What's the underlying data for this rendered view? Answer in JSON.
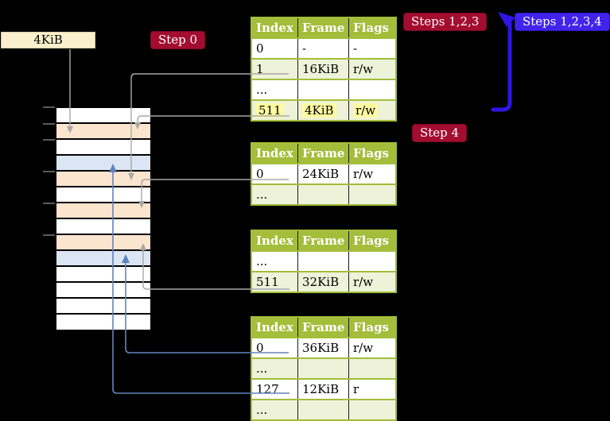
{
  "labels": {
    "page_size": "4KiB",
    "step0": "Step 0",
    "steps123": "Steps 1,2,3",
    "steps1234": "Steps 1,2,3,4",
    "step4": "Step 4"
  },
  "colors": {
    "background": "#000000",
    "table_header_green": "#a4bd3a",
    "table_alt_row_green": "#eef2d8",
    "highlight_yellow": "#fdfba1",
    "memory_orange": "#fce5cf",
    "memory_blue": "#dbe5f4",
    "memory_white": "#ffffff",
    "connector_gray": "#a8a8a8",
    "connector_blue": "#6183bd",
    "tick_gray": "#8c8c8c",
    "arrow_violet": "#2f15e2",
    "badge_red": "#a30d2f",
    "badge_blue": "#4124ec",
    "cream_label_bg": "#fbf0cd"
  },
  "tables": [
    {
      "headers": [
        "Index",
        "Frame",
        "Flags"
      ],
      "rows": [
        {
          "cells": [
            "0",
            "-",
            "-"
          ]
        },
        {
          "cells": [
            "1",
            "16KiB",
            "r/w"
          ]
        },
        {
          "cells": [
            "...",
            "",
            ""
          ]
        },
        {
          "cells": [
            "511",
            "4KiB",
            "r/w"
          ],
          "hl_class": "hl",
          "highlighted": true
        }
      ]
    },
    {
      "headers": [
        "Index",
        "Frame",
        "Flags"
      ],
      "rows": [
        {
          "cells": [
            "0",
            "24KiB",
            "r/w"
          ]
        },
        {
          "cells": [
            "...",
            "",
            ""
          ]
        }
      ]
    },
    {
      "headers": [
        "Index",
        "Frame",
        "Flags"
      ],
      "rows": [
        {
          "cells": [
            "...",
            "",
            ""
          ]
        },
        {
          "cells": [
            "511",
            "32KiB",
            "r/w"
          ]
        }
      ]
    },
    {
      "headers": [
        "Index",
        "Frame",
        "Flags"
      ],
      "rows": [
        {
          "cells": [
            "0",
            "36KiB",
            "r/w"
          ]
        },
        {
          "cells": [
            "...",
            "",
            ""
          ]
        },
        {
          "cells": [
            "127",
            "12KiB",
            "r"
          ]
        },
        {
          "cells": [
            "...",
            "",
            ""
          ]
        }
      ]
    }
  ],
  "memory": {
    "row_classes": [
      "mrow mw",
      "mrow mo",
      "mrow mw",
      "mrow mb",
      "mrow mo",
      "mrow mw",
      "mrow mo",
      "mrow mw",
      "mrow mo",
      "mrow mb",
      "mrow mw",
      "mrow mw",
      "mrow mw",
      "mrow mw"
    ]
  }
}
